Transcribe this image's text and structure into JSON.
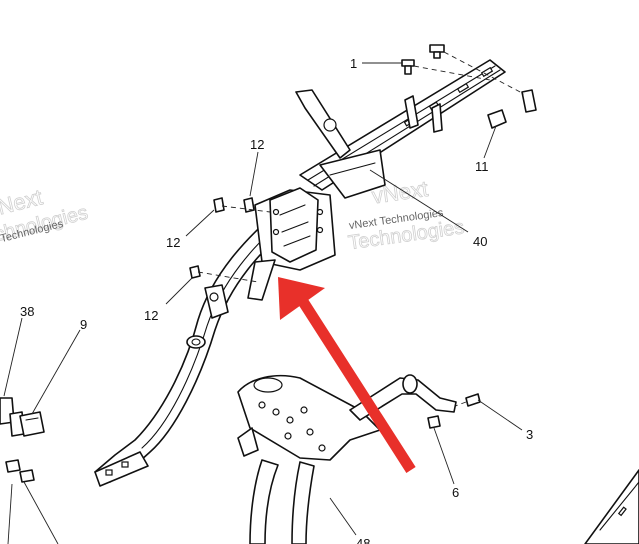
{
  "watermarks": {
    "left": "vNext Technologies",
    "center": "vNext Technologies"
  },
  "callouts": {
    "c1": "1",
    "c12_top": "12",
    "c12_mid": "12",
    "c12_low": "12",
    "c11": "11",
    "c40": "40",
    "c38": "38",
    "c9": "9",
    "c3": "3",
    "c6": "6",
    "c48": "48"
  },
  "colors": {
    "arrow": "#e8302a",
    "line": "#111111"
  }
}
